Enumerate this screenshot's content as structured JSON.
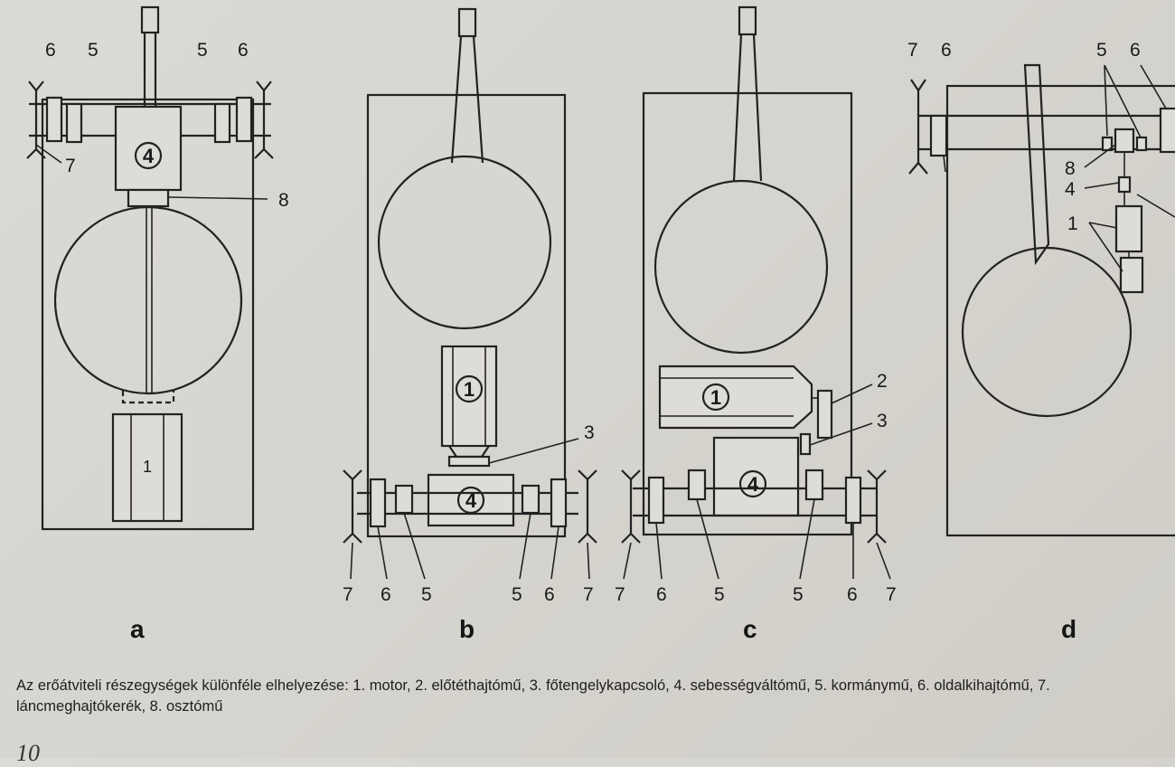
{
  "caption": "Az erőátviteli részegységek különféle elhelyezése: 1. motor, 2. előtéthajtómű, 3. főtengelykapcsoló, 4. sebességváltómű, 5. kormánymű, 6. oldalkihajtómű, 7. láncmeghajtókerék, 8. osztómű",
  "page_number": "10",
  "panels": {
    "a": {
      "letter": "a",
      "labels": {
        "n6_left": "6",
        "n5_left": "5",
        "n5_right": "5",
        "n6_right": "6",
        "n7": "7",
        "n8": "8",
        "n4": "4",
        "n1": "1"
      }
    },
    "b": {
      "letter": "b",
      "labels": {
        "n1": "1",
        "n3": "3",
        "n4": "4",
        "n7_left": "7",
        "n6_left": "6",
        "n5_left": "5",
        "n5_right": "5",
        "n6_right": "6",
        "n7_right": "7"
      }
    },
    "c": {
      "letter": "c",
      "labels": {
        "n1": "1",
        "n2": "2",
        "n3": "3",
        "n4": "4",
        "n7_left": "7",
        "n6_left": "6",
        "n5_left": "5",
        "n5_right": "5",
        "n6_right": "6",
        "n7_right": "7"
      }
    },
    "d": {
      "letter": "d",
      "labels": {
        "n7": "7",
        "n6_left": "6",
        "n5": "5",
        "n6_right": "6",
        "n8": "8",
        "n4": "4",
        "n1": "1"
      }
    }
  }
}
